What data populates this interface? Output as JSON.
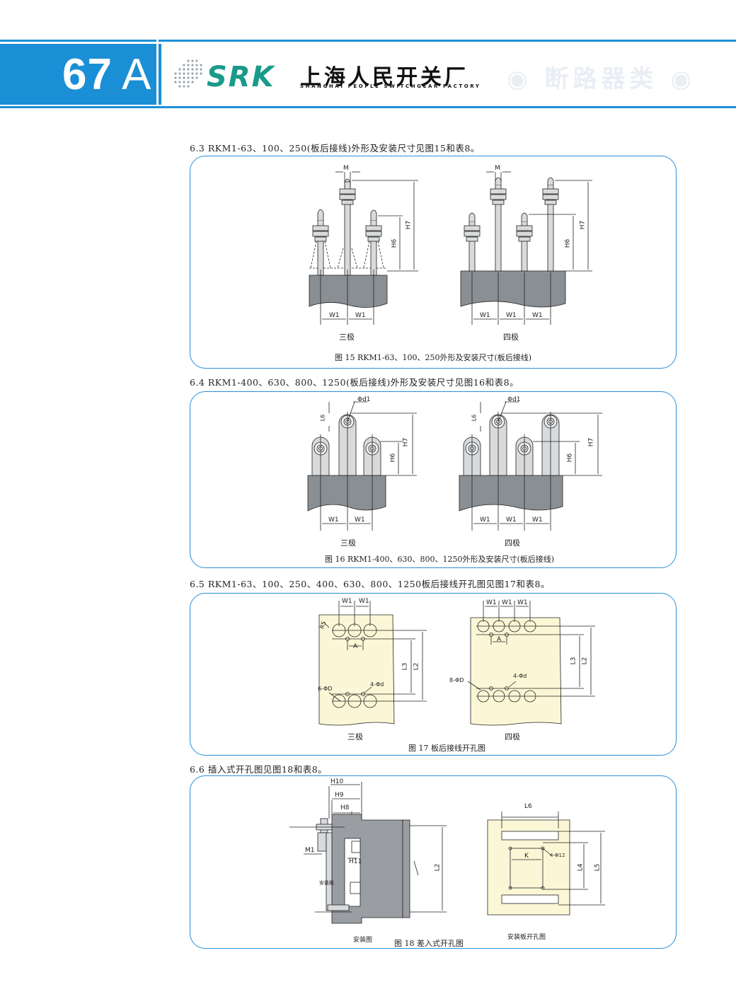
{
  "header": {
    "page_number": "67",
    "page_suffix": "A",
    "logo": "SRK",
    "company_cn": "上海人民开关厂",
    "company_en": "SHANGHAI PEOPLE SWITCHGEAR FACTORY",
    "category": "◉ 断路器类 ◉",
    "brand_color": "#1a8fd6"
  },
  "sections": [
    {
      "heading": "6.3 RKM1-63、100、250(板后接线)外形及安装尺寸见图15和表8。",
      "figure_caption": "图 15   RKM1-63、100、250外形及安装尺寸(板后接线)",
      "left_label": "三极",
      "right_label": "四极",
      "dims": {
        "m": "M",
        "h6": "H6",
        "h7": "H7",
        "w1": "W1"
      }
    },
    {
      "heading": "6.4 RKM1-400、630、800、1250(板后接线)外形及安装尺寸见图16和表8。",
      "figure_caption": "图 16   RKM1-400、630、800、1250外形及安装尺寸(板后接线)",
      "left_label": "三极",
      "right_label": "四极",
      "dims": {
        "d1": "Φd1",
        "l6": "L6",
        "h6": "H6",
        "h7": "H7",
        "w1": "W1"
      }
    },
    {
      "heading": "6.5 RKM1-63、100、250、400、630、800、1250板后接线开孔图见图17和表8。",
      "figure_caption": "图 17  板后接线开孔图",
      "left_label": "三极",
      "right_label": "四极",
      "dims": {
        "w1": "W1",
        "a": "A",
        "l2": "L2",
        "l3": "L3",
        "d6": "6-ΦD",
        "d8": "8-ΦD",
        "d4": "4-Φd",
        "r5": "R5"
      }
    },
    {
      "heading": "6.6 插入式开孔图见图18和表8。",
      "figure_caption": "图 18  差入式开孔图",
      "left_label": "安装图",
      "right_label": "安装板开孔图",
      "dims": {
        "h8": "H8",
        "h9": "H9",
        "h10": "H10",
        "h11": "H11",
        "m1": "M1",
        "l2": "L2",
        "plate": "安装板",
        "l4": "L4",
        "l5": "L5",
        "l6": "L6",
        "k": "K",
        "d12": "4-Φ12"
      }
    }
  ]
}
